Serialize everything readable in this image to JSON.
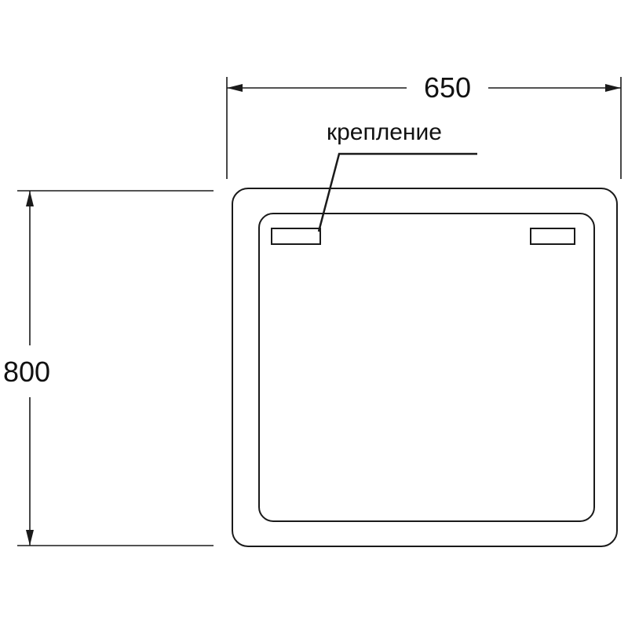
{
  "drawing": {
    "width_dimension": "650",
    "height_dimension": "800",
    "callout_label": "крепление"
  },
  "colors": {
    "line": "#1a1a1a",
    "background": "#ffffff"
  }
}
